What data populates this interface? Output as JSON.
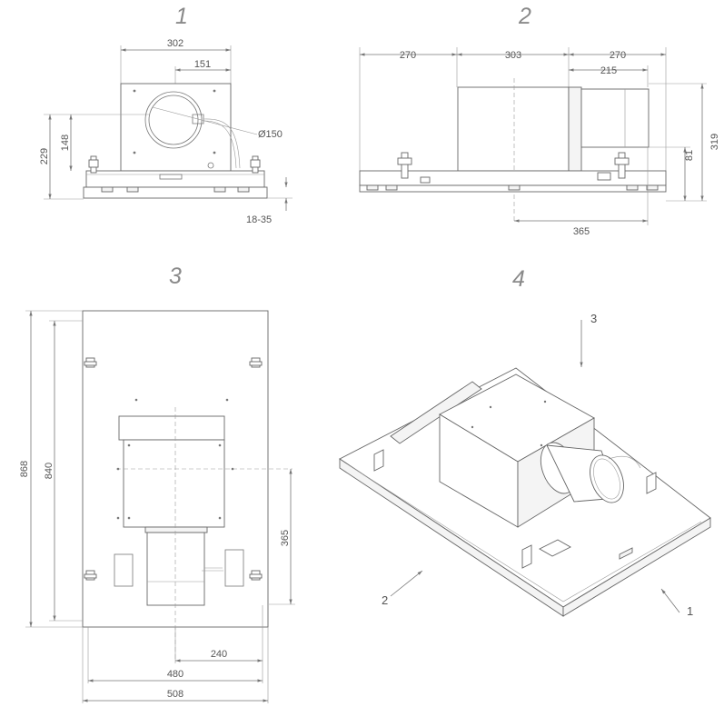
{
  "views": [
    {
      "id": "front",
      "number": "1"
    },
    {
      "id": "side",
      "number": "2"
    },
    {
      "id": "top",
      "number": "3"
    },
    {
      "id": "iso",
      "number": "4"
    }
  ],
  "front_view": {
    "dim_width": "302",
    "dim_half": "151",
    "dim_height": "229",
    "dim_axis_height": "148",
    "dim_duct": "Ø150",
    "dim_adjust": "18-35"
  },
  "side_view": {
    "dim_left": "270",
    "dim_middle": "303",
    "dim_right": "270",
    "dim_outlet": "215",
    "dim_height": "319",
    "dim_base": "81",
    "dim_offset": "365"
  },
  "top_view": {
    "dim_length_outer": "868",
    "dim_length_inner": "840",
    "dim_offset": "365",
    "dim_half_width": "240",
    "dim_width_inner": "480",
    "dim_width_outer": "508"
  },
  "iso_view": {
    "callout_front": "1",
    "callout_side": "2",
    "callout_top": "3"
  },
  "colors": {
    "line": "#777777",
    "title": "#8a8a8a"
  }
}
